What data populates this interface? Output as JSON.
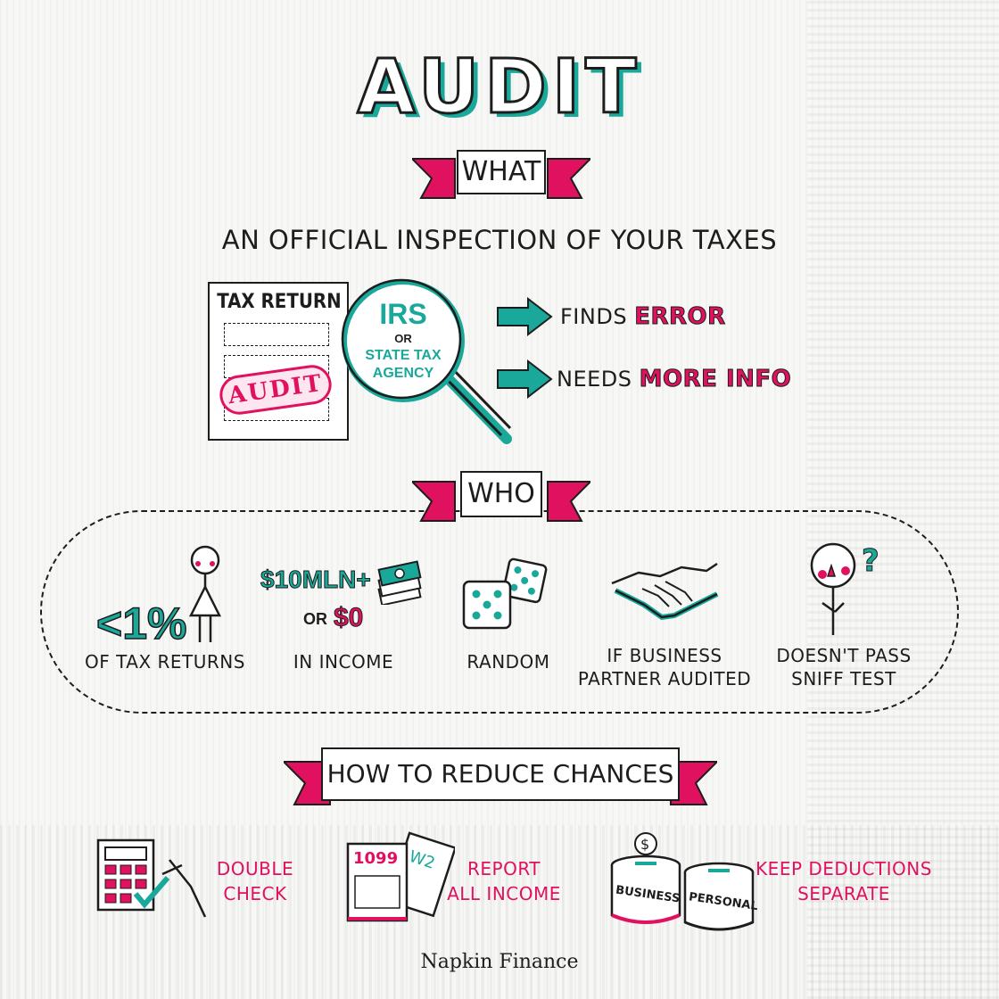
{
  "title": "AUDIT",
  "sections": {
    "what": "WHAT",
    "who": "WHO",
    "how": "HOW TO REDUCE CHANCES"
  },
  "what": {
    "definition": "AN OFFICIAL INSPECTION OF YOUR TAXES",
    "doc_title": "TAX RETURN",
    "stamp": "AUDIT",
    "agency_main": "IRS",
    "agency_or": "OR",
    "agency_alt_1": "STATE TAX",
    "agency_alt_2": "AGENCY",
    "reasons": [
      {
        "prefix": "FINDS",
        "highlight": "ERROR"
      },
      {
        "prefix": "NEEDS",
        "highlight": "MORE INFO"
      }
    ]
  },
  "who": {
    "items": [
      {
        "big": "<1%",
        "label": "OF TAX RETURNS"
      },
      {
        "big_1": "$10MLN+",
        "or": "OR",
        "big_2": "$0",
        "label": "IN INCOME"
      },
      {
        "label": "RANDOM"
      },
      {
        "label_1": "IF BUSINESS",
        "label_2": "PARTNER AUDITED"
      },
      {
        "label_1": "DOESN'T PASS",
        "label_2": "SNIFF TEST"
      }
    ]
  },
  "reduce": {
    "items": [
      {
        "line_1": "DOUBLE",
        "line_2": "CHECK"
      },
      {
        "line_1": "REPORT",
        "line_2": "ALL INCOME",
        "form_1": "1099",
        "form_2": "W2"
      },
      {
        "line_1": "KEEP DEDUCTIONS",
        "line_2": "SEPARATE",
        "jar_1": "BUSINESS",
        "jar_2": "PERSONAL",
        "coin": "$"
      }
    ]
  },
  "brand": "Napkin Finance",
  "colors": {
    "pink": "#e0115f",
    "teal": "#1aa89a",
    "ink": "#1d1d1d"
  },
  "icons": [
    "magnifier-icon",
    "arrow-icon",
    "person-icon",
    "money-stack-icon",
    "dice-icon",
    "handshake-icon",
    "question-person-icon",
    "calculator-icon",
    "tax-forms-icon",
    "piggy-jars-icon"
  ]
}
